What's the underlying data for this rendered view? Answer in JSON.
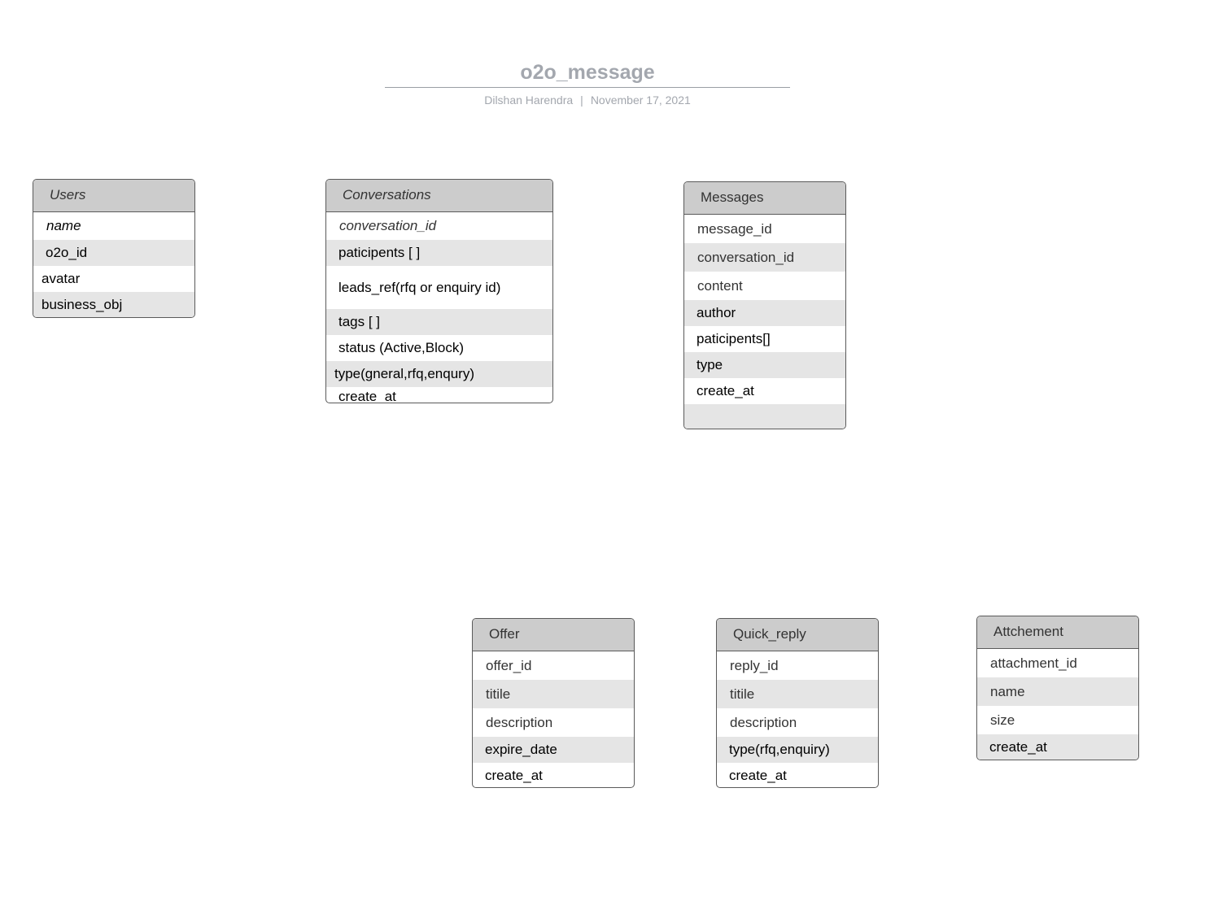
{
  "header": {
    "title": "o2o_message",
    "author": "Dilshan Harendra",
    "separator": "|",
    "date": "November 17, 2021"
  },
  "entities": {
    "users": {
      "name": "Users",
      "fields": [
        "name",
        "o2o_id",
        "avatar",
        "business_obj"
      ]
    },
    "conversations": {
      "name": "Conversations",
      "fields": [
        "conversation_id",
        "paticipents [ ]",
        "leads_ref(rfq or enquiry id)",
        "tags [ ]",
        "status (Active,Block)",
        "type(gneral,rfq,enqury)",
        "create_at"
      ]
    },
    "messages": {
      "name": "Messages",
      "fields": [
        "message_id",
        "conversation_id",
        "content",
        "author",
        "paticipents[]",
        "type",
        "create_at",
        ""
      ]
    },
    "offer": {
      "name": "Offer",
      "fields": [
        "offer_id",
        "titile",
        "description",
        "expire_date",
        "create_at"
      ]
    },
    "quick_reply": {
      "name": "Quick_reply",
      "fields": [
        "reply_id",
        "titile",
        "description",
        "type(rfq,enquiry)",
        "create_at"
      ]
    },
    "attachment": {
      "name": "Attchement",
      "fields": [
        "attachment_id",
        "name",
        "size",
        "create_at"
      ]
    }
  }
}
